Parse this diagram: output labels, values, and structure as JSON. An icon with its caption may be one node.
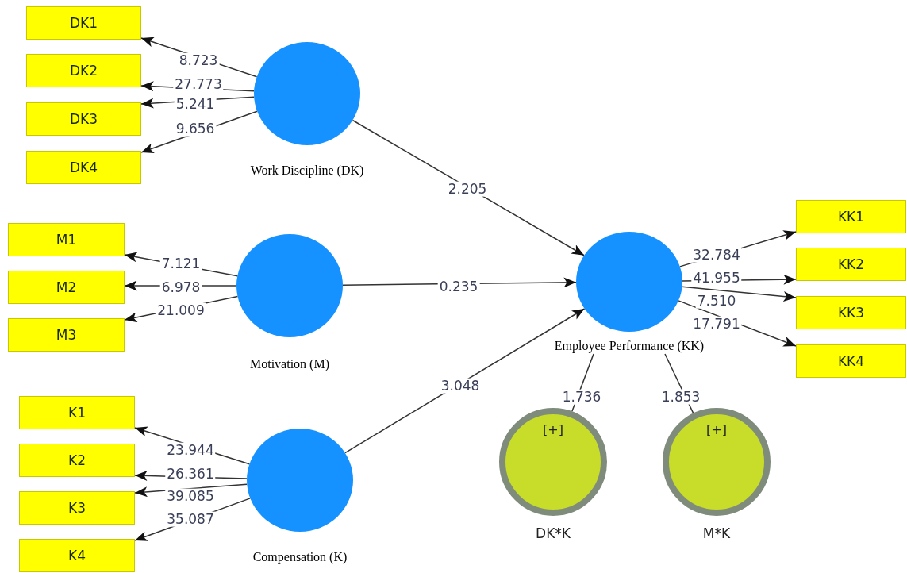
{
  "diagram": {
    "nodes": [
      {
        "text": [
          "Work Discipline (DK)"
        ]
      },
      {
        "text": [
          "DK1"
        ]
      },
      {
        "text": [
          "DK2"
        ]
      },
      {
        "text": [
          "DK3"
        ]
      },
      {
        "text": [
          "DK4"
        ]
      },
      {
        "text": [
          "Motivation (M)"
        ]
      },
      {
        "text": [
          "M1"
        ]
      },
      {
        "text": [
          "M2"
        ]
      },
      {
        "text": [
          "M3"
        ]
      },
      {
        "text": [
          "Compensation (K)"
        ]
      },
      {
        "text": [
          "K1"
        ]
      },
      {
        "text": [
          "K2"
        ]
      },
      {
        "text": [
          "K3"
        ]
      },
      {
        "text": [
          "K4"
        ]
      },
      {
        "text": [
          "Employee Performance (KK)"
        ]
      },
      {
        "text": [
          "KK1"
        ]
      },
      {
        "text": [
          "KK2"
        ]
      },
      {
        "text": [
          "KK3"
        ]
      },
      {
        "text": [
          "KK4"
        ]
      },
      {
        "text": [
          "[+]",
          "DK*K"
        ]
      },
      {
        "text": [
          "[+]",
          "M*K"
        ]
      }
    ],
    "edges": [
      {
        "from": 0,
        "to": 1,
        "arrow": "to",
        "label": "8.723"
      },
      {
        "from": 0,
        "to": 2,
        "arrow": "to",
        "label": "27.773"
      },
      {
        "from": 0,
        "to": 3,
        "arrow": "to",
        "label": "5.241"
      },
      {
        "from": 0,
        "to": 4,
        "arrow": "to",
        "label": "9.656"
      },
      {
        "from": 5,
        "to": 6,
        "arrow": "to",
        "label": "7.121"
      },
      {
        "from": 5,
        "to": 7,
        "arrow": "to",
        "label": "6.978"
      },
      {
        "from": 5,
        "to": 8,
        "arrow": "to",
        "label": "21.009"
      },
      {
        "from": 9,
        "to": 10,
        "arrow": "to",
        "label": "23.944"
      },
      {
        "from": 9,
        "to": 11,
        "arrow": "to",
        "label": "26.361"
      },
      {
        "from": 9,
        "to": 12,
        "arrow": "to",
        "label": "39.085"
      },
      {
        "from": 9,
        "to": 13,
        "arrow": "to",
        "label": "35.087"
      },
      {
        "from": 0,
        "to": 14,
        "arrow": "to",
        "label": "2.205"
      },
      {
        "from": 5,
        "to": 14,
        "arrow": "to",
        "label": "0.235"
      },
      {
        "from": 9,
        "to": 14,
        "arrow": "to",
        "label": "3.048"
      },
      {
        "from": 14,
        "to": 15,
        "arrow": "to",
        "label": "32.784"
      },
      {
        "from": 14,
        "to": 16,
        "arrow": "to",
        "label": "41.955"
      },
      {
        "from": 14,
        "to": 17,
        "arrow": "to",
        "label": "7.510"
      },
      {
        "from": 14,
        "to": 18,
        "arrow": "to",
        "label": "17.791"
      },
      {
        "from": 19,
        "to": 14,
        "arrow": "none",
        "label": "1.736"
      },
      {
        "from": 20,
        "to": 14,
        "arrow": "none",
        "label": "1.853"
      }
    ]
  }
}
